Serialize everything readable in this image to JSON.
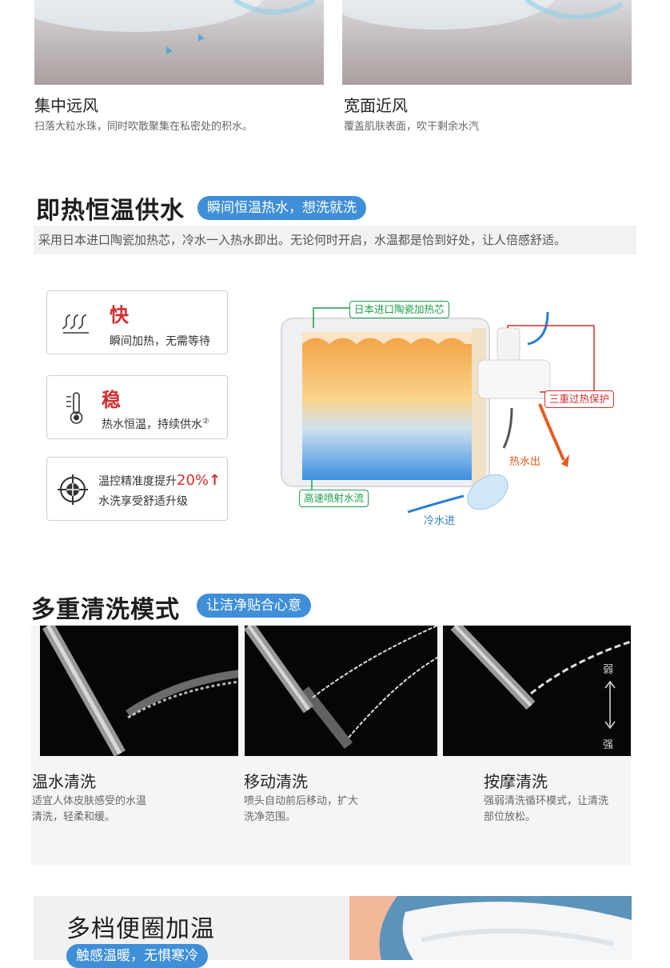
{
  "air_modes": [
    {
      "title": "集中远风",
      "desc": "扫落大粒水珠，同时吹散聚集在私密处的积水。"
    },
    {
      "title": "宽面近风",
      "desc": "覆盖肌肤表面，吹干剩余水汽"
    }
  ],
  "heating_section": {
    "title": "即热恒温供水",
    "badge": "瞬间恒温热水，想洗就洗",
    "intro": "采用日本进口陶瓷加热芯，冷水一入热水即出。无论何时开启，水温都是恰到好处，让人倍感舒适。",
    "features": [
      {
        "icon": "steam-icon",
        "head": "快",
        "text": "瞬间加热，无需等待"
      },
      {
        "icon": "thermometer-icon",
        "head": "稳",
        "text": "热水恒温，持续供水",
        "sup": "②"
      },
      {
        "icon": "target-icon",
        "line1": "温控精准度提升",
        "pct": "20%",
        "arrow": "↑",
        "line2": "水洗享受舒适升级"
      }
    ],
    "diagram_labels": {
      "core": "日本进口陶瓷加热芯",
      "protect": "三重过热保护",
      "hot_out": "热水出",
      "jet": "高速喷射水流",
      "cold_in": "冷水进"
    },
    "colors": {
      "core_label": "#1e9e4a",
      "protect_label": "#d32f2f",
      "hot_out": "#e65b22",
      "cold_in": "#2a7fd0"
    }
  },
  "wash_section": {
    "title": "多重清洗模式",
    "badge": "让洁净贴合心意",
    "modes": [
      {
        "title": "温水清洗",
        "desc1": "适宜人体皮肤感受的水温",
        "desc2": "清洗，轻柔和缓。"
      },
      {
        "title": "移动清洗",
        "desc1": "喷头自动前后移动，扩大",
        "desc2": "洗净范围。"
      },
      {
        "title": "按摩清洗",
        "desc1": "强弱清洗循环模式，让清洗",
        "desc2": "部位放松。"
      }
    ],
    "strength": {
      "weak": "弱",
      "strong": "强"
    }
  },
  "seat_section": {
    "title": "多档便圈加温",
    "badge": "触感温暖，无惧寒冷"
  },
  "accent_color": "#3f8fd8"
}
